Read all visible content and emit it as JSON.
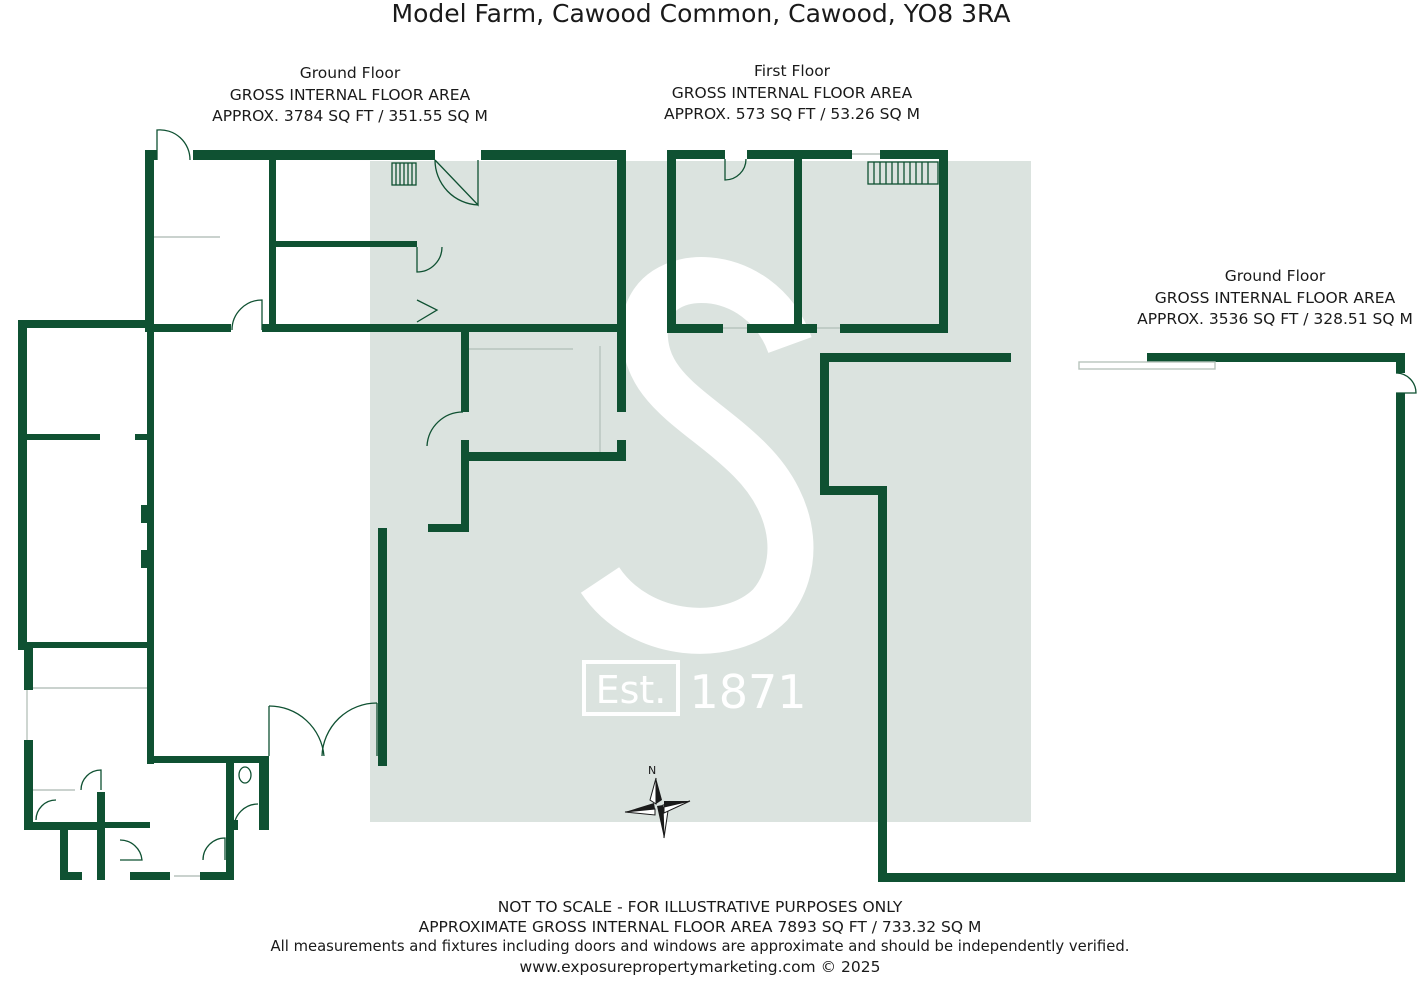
{
  "title": "Model Farm, Cawood Common, Cawood, YO8 3RA",
  "floors": {
    "ground_left": {
      "name": "Ground Floor",
      "area_heading": "GROSS INTERNAL FLOOR AREA",
      "area_value": "APPROX. 3784 SQ FT / 351.55 SQ M"
    },
    "first": {
      "name": "First Floor",
      "area_heading": "GROSS INTERNAL FLOOR AREA",
      "area_value": "APPROX. 573 SQ FT / 53.26 SQ M"
    },
    "ground_right": {
      "name": "Ground Floor",
      "area_heading": "GROSS INTERNAL FLOOR AREA",
      "area_value": "APPROX. 3536 SQ FT / 328.51 SQ M"
    }
  },
  "watermark": {
    "est_label": "Est.",
    "year": "1871"
  },
  "compass": {
    "north_label": "N"
  },
  "footer": {
    "line1": "NOT TO SCALE - FOR ILLUSTRATIVE PURPOSES ONLY",
    "line2": "APPROXIMATE GROSS INTERNAL FLOOR AREA 7893 SQ FT / 733.32 SQ M",
    "line3": "All measurements and fixtures including doors and windows are approximate and should be independently verified.",
    "line4": "www.exposurepropertymarketing.com © 2025"
  },
  "colors": {
    "wall": "#0f5132",
    "watermark_bg": "#dbe3df",
    "background": "#ffffff"
  }
}
